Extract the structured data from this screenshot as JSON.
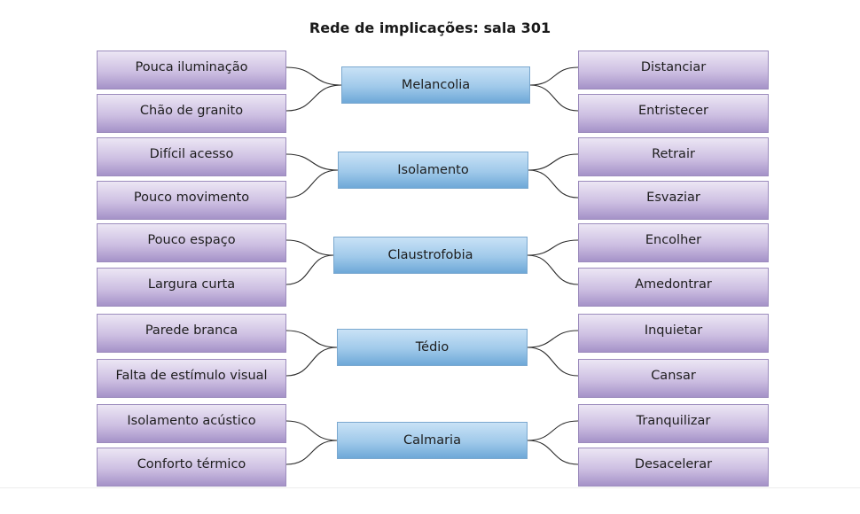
{
  "title": "Rede de implicações: sala 301",
  "groups": [
    {
      "concept": "Melancolia",
      "causes": [
        "Pouca iluminação",
        "Chão de granito"
      ],
      "effects": [
        "Distanciar",
        "Entristecer"
      ]
    },
    {
      "concept": "Isolamento",
      "causes": [
        "Difícil acesso",
        "Pouco movimento"
      ],
      "effects": [
        "Retrair",
        "Esvaziar"
      ]
    },
    {
      "concept": "Claustrofobia",
      "causes": [
        "Pouco espaço",
        "Largura curta"
      ],
      "effects": [
        "Encolher",
        "Amedontrar"
      ]
    },
    {
      "concept": "Tédio",
      "causes": [
        "Parede branca",
        "Falta de estímulo visual"
      ],
      "effects": [
        "Inquietar",
        "Cansar"
      ]
    },
    {
      "concept": "Calmaria",
      "causes": [
        "Isolamento acústico",
        "Conforto térmico"
      ],
      "effects": [
        "Tranquilizar",
        "Desacelerar"
      ]
    }
  ],
  "colors": {
    "cause_effect_box": "#cdbfe2",
    "concept_box": "#9fc9ea",
    "connector": "#2b2b2b"
  }
}
